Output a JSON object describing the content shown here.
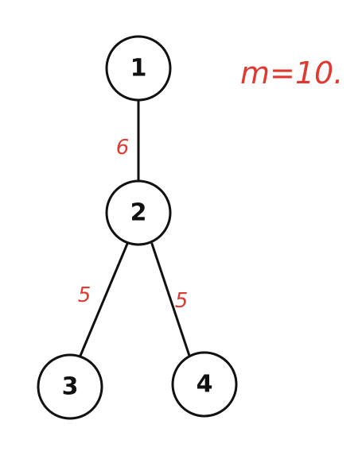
{
  "annotation": "m=10.",
  "nodes": [
    "1",
    "2",
    "3",
    "4"
  ],
  "edges": [
    {
      "from": "1",
      "to": "2",
      "weight": "6"
    },
    {
      "from": "2",
      "to": "3",
      "weight": "5"
    },
    {
      "from": "2",
      "to": "4",
      "weight": "5"
    }
  ],
  "colors": {
    "ink": "#111111",
    "annotation": "#e03a30",
    "background": "#ffffff"
  }
}
